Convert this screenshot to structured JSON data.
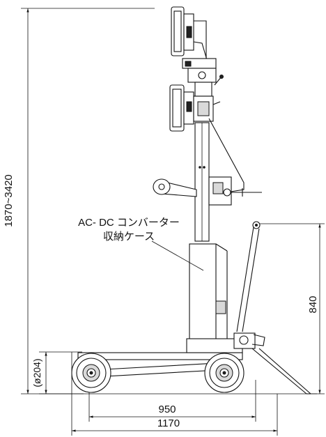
{
  "dimensions": {
    "height_range": "1870~3420",
    "wheel_diameter": "(ø204)",
    "handle_height": "840",
    "wheelbase": "950",
    "overall_length": "1170"
  },
  "annotation": {
    "line1": "AC- DC コンバーター",
    "line2": "収納ケース"
  }
}
